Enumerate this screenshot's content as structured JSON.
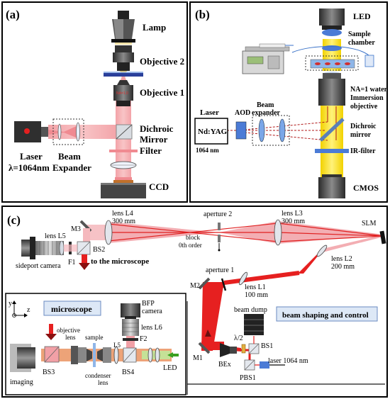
{
  "panels": {
    "a": {
      "tag": "(a)",
      "lamp": "Lamp",
      "objective2": "Objective 2",
      "objective1": "Objective 1",
      "dichroic": [
        "Dichroic",
        "Mirror"
      ],
      "filter": "Filter",
      "ccd": "CCD",
      "laser": [
        "Laser",
        "λ=1064nm"
      ],
      "beam_expander": [
        "Beam",
        "Expander"
      ]
    },
    "b": {
      "tag": "(b)",
      "led": "LED",
      "sample_chamber": [
        "Sample",
        "chamber"
      ],
      "objective": [
        "NA=1 water",
        "Immersion",
        "objective"
      ],
      "laser": "Laser",
      "ndyag": "Nd:YAG",
      "wavelength": "1064 nm",
      "aod": "AOD",
      "beam_expander": [
        "Beam",
        "expander"
      ],
      "dichroic": [
        "Dichroic",
        "mirror"
      ],
      "ir_filter": "IR-filter",
      "cmos": "CMOS"
    },
    "c": {
      "tag": "(c)",
      "lens_l4": [
        "lens L4",
        "300 mm"
      ],
      "aperture2": "aperture 2",
      "block": [
        "block",
        "0th order"
      ],
      "lens_l3": [
        "lens L3",
        "300 mm"
      ],
      "slm": "SLM",
      "m3": "M3",
      "lens_l5": "lens L5",
      "f1": "F1",
      "bs2": "BS2",
      "sideport": "sideport camera",
      "to_microscope": "to the microscope",
      "lens_l2": [
        "lens L2",
        "200 mm"
      ],
      "aperture1": "aperture 1",
      "m2": "M2",
      "lens_l1": [
        "lens L1",
        "100 mm"
      ],
      "beam_dump": "beam dump",
      "beam_shaping": "beam shaping and control",
      "half_wave": "λ/2",
      "bs1": "BS1",
      "m1": "M1",
      "bex": "BEx",
      "pbs1": "PBS1",
      "laser": "laser 1064 nm",
      "microscope_title": "microscope",
      "axis_y": "y",
      "axis_z": "z",
      "bfp_camera": [
        "BFP",
        "camera"
      ],
      "lens_l6": "lens L6",
      "f2": "F2",
      "objective_lens": [
        "objective",
        "lens"
      ],
      "sample": "sample",
      "l5": "L5",
      "bs3": "BS3",
      "bs4": "BS4",
      "led": "LED",
      "imaging": "imaging",
      "condenser": [
        "condenser",
        "lens"
      ]
    }
  }
}
